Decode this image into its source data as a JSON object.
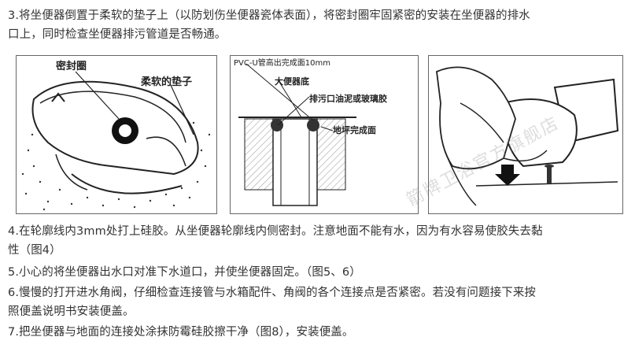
{
  "intro": {
    "line1": "3.将坐便器倒置于柔软的垫子上（以防划伤坐便器瓷体表面），将密封圈牢固紧密的安装在坐便器的排水",
    "line2": "口上，同时检查坐便器排污管道是否畅通。"
  },
  "figures": {
    "fig1": {
      "label_seal": "密封圈",
      "label_pad": "柔软的垫子"
    },
    "fig2": {
      "label_top": "PVC-U管高出完成面10mm",
      "label_base": "大便器底",
      "label_outlet": "排污口油泥或玻璃胶",
      "label_floor": "地坪完成面"
    }
  },
  "steps": {
    "s4_line1": "4.在轮廓线内3mm处打上硅胶。从坐便器轮廓线内侧密封。注意地面不能有水，因为有水容易使胶失去黏",
    "s4_line2": "性（图4）",
    "s5": "5.小心的将坐便器出水口对准下水道口，并使坐便器固定。（图5、6）",
    "s6_line1": "6.慢慢的打开进水角阀，仔细检查连接管与水箱配件、角阀的各个连接点是否紧密。若没有问题接下来按",
    "s6_line2": "照便盖说明书安装便盖。",
    "s7": "7.把坐便器与地面的连接处涂抹防霉硅胶擦干净（图8），安装便盖。"
  },
  "watermark": "箭牌卫浴官方旗舰店",
  "colors": {
    "text": "#333333",
    "line": "#222222",
    "hatch": "#bbbbbb"
  }
}
